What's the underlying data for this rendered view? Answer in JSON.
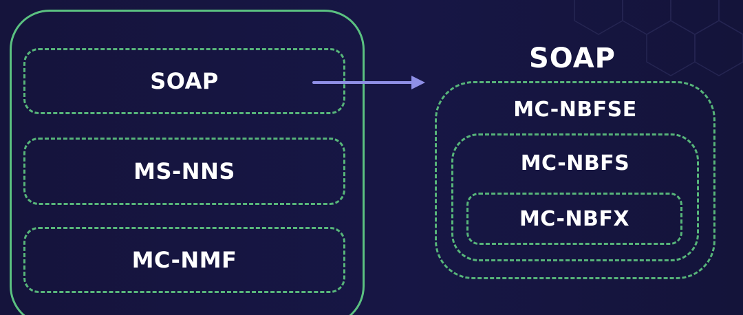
{
  "stack_left": {
    "layers": [
      {
        "label": "SOAP"
      },
      {
        "label": "MS-NNS"
      },
      {
        "label": "MC-NMF"
      }
    ]
  },
  "stack_right": {
    "title": "SOAP",
    "layers": [
      {
        "label": "MC-NBFSE"
      },
      {
        "label": "MC-NBFS"
      },
      {
        "label": "MC-NBFX"
      }
    ]
  },
  "colors": {
    "background": "#16153f",
    "box_outline": "#5bc181",
    "arrow": "#8f8fe6",
    "text": "#ffffff"
  }
}
